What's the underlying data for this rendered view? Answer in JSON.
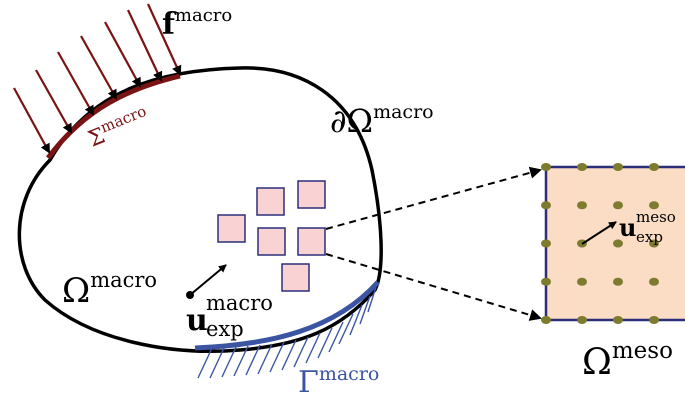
{
  "labels": {
    "force": {
      "main": "f",
      "sup": "macro"
    },
    "force_region": {
      "main": "Σ",
      "sup": "macro"
    },
    "boundary": {
      "main": "∂Ω",
      "sup": "macro"
    },
    "domain": {
      "main": "Ω",
      "sup": "macro"
    },
    "macro_displacement": {
      "main": "u",
      "sup": "macro",
      "sub": "exp"
    },
    "fixed_boundary": {
      "main": "Γ",
      "sup": "macro"
    },
    "meso_displacement": {
      "main": "u",
      "sup": "meso",
      "sub": "exp"
    },
    "meso_domain": {
      "main": "Ω",
      "sup": "meso"
    }
  },
  "colors": {
    "outline": "#000000",
    "force": "#7a1414",
    "fixed": "#3b55a3",
    "meso_square_fill": "#f9d3d3",
    "meso_square_stroke": "#2b2f7a",
    "zoom_fill": "#fbdcc5",
    "zoom_stroke": "#2b2f7a",
    "nodes": "#7d7b2e"
  },
  "zoom_nodes": {
    "rows": 5,
    "cols": 4
  }
}
